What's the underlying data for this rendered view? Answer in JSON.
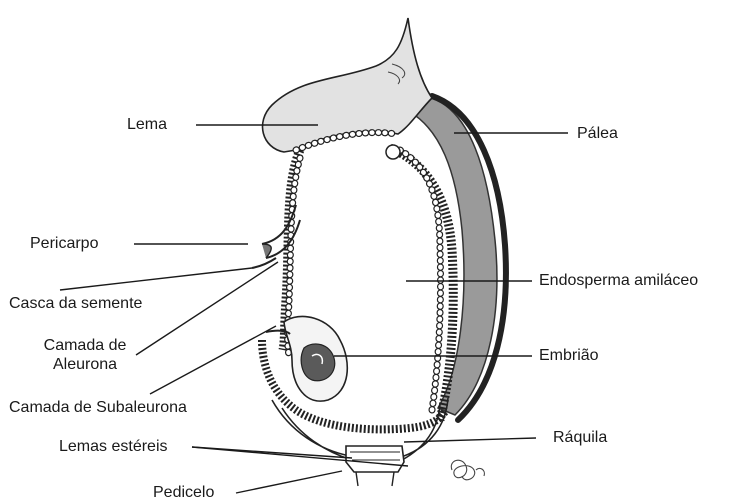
{
  "labels": {
    "lema": "Lema",
    "palea": "Pálea",
    "pericarpo": "Pericarpo",
    "casca": "Casca da semente",
    "aleurona_l1": "Camada de",
    "aleurona_l2": "Aleurona",
    "subaleurona": "Camada de Subaleurona",
    "endosperma": "Endosperma amiláceo",
    "embriao": "Embrião",
    "raquila": "Ráquila",
    "lemas_estereis": "Lemas estéreis",
    "pedicelo": "Pedicelo"
  },
  "colors": {
    "ink": "#1a1a1a",
    "lemma_fill": "#e2e2e2",
    "palea_fill": "#9a9a9a",
    "palea_edge": "#3a3a3a"
  }
}
